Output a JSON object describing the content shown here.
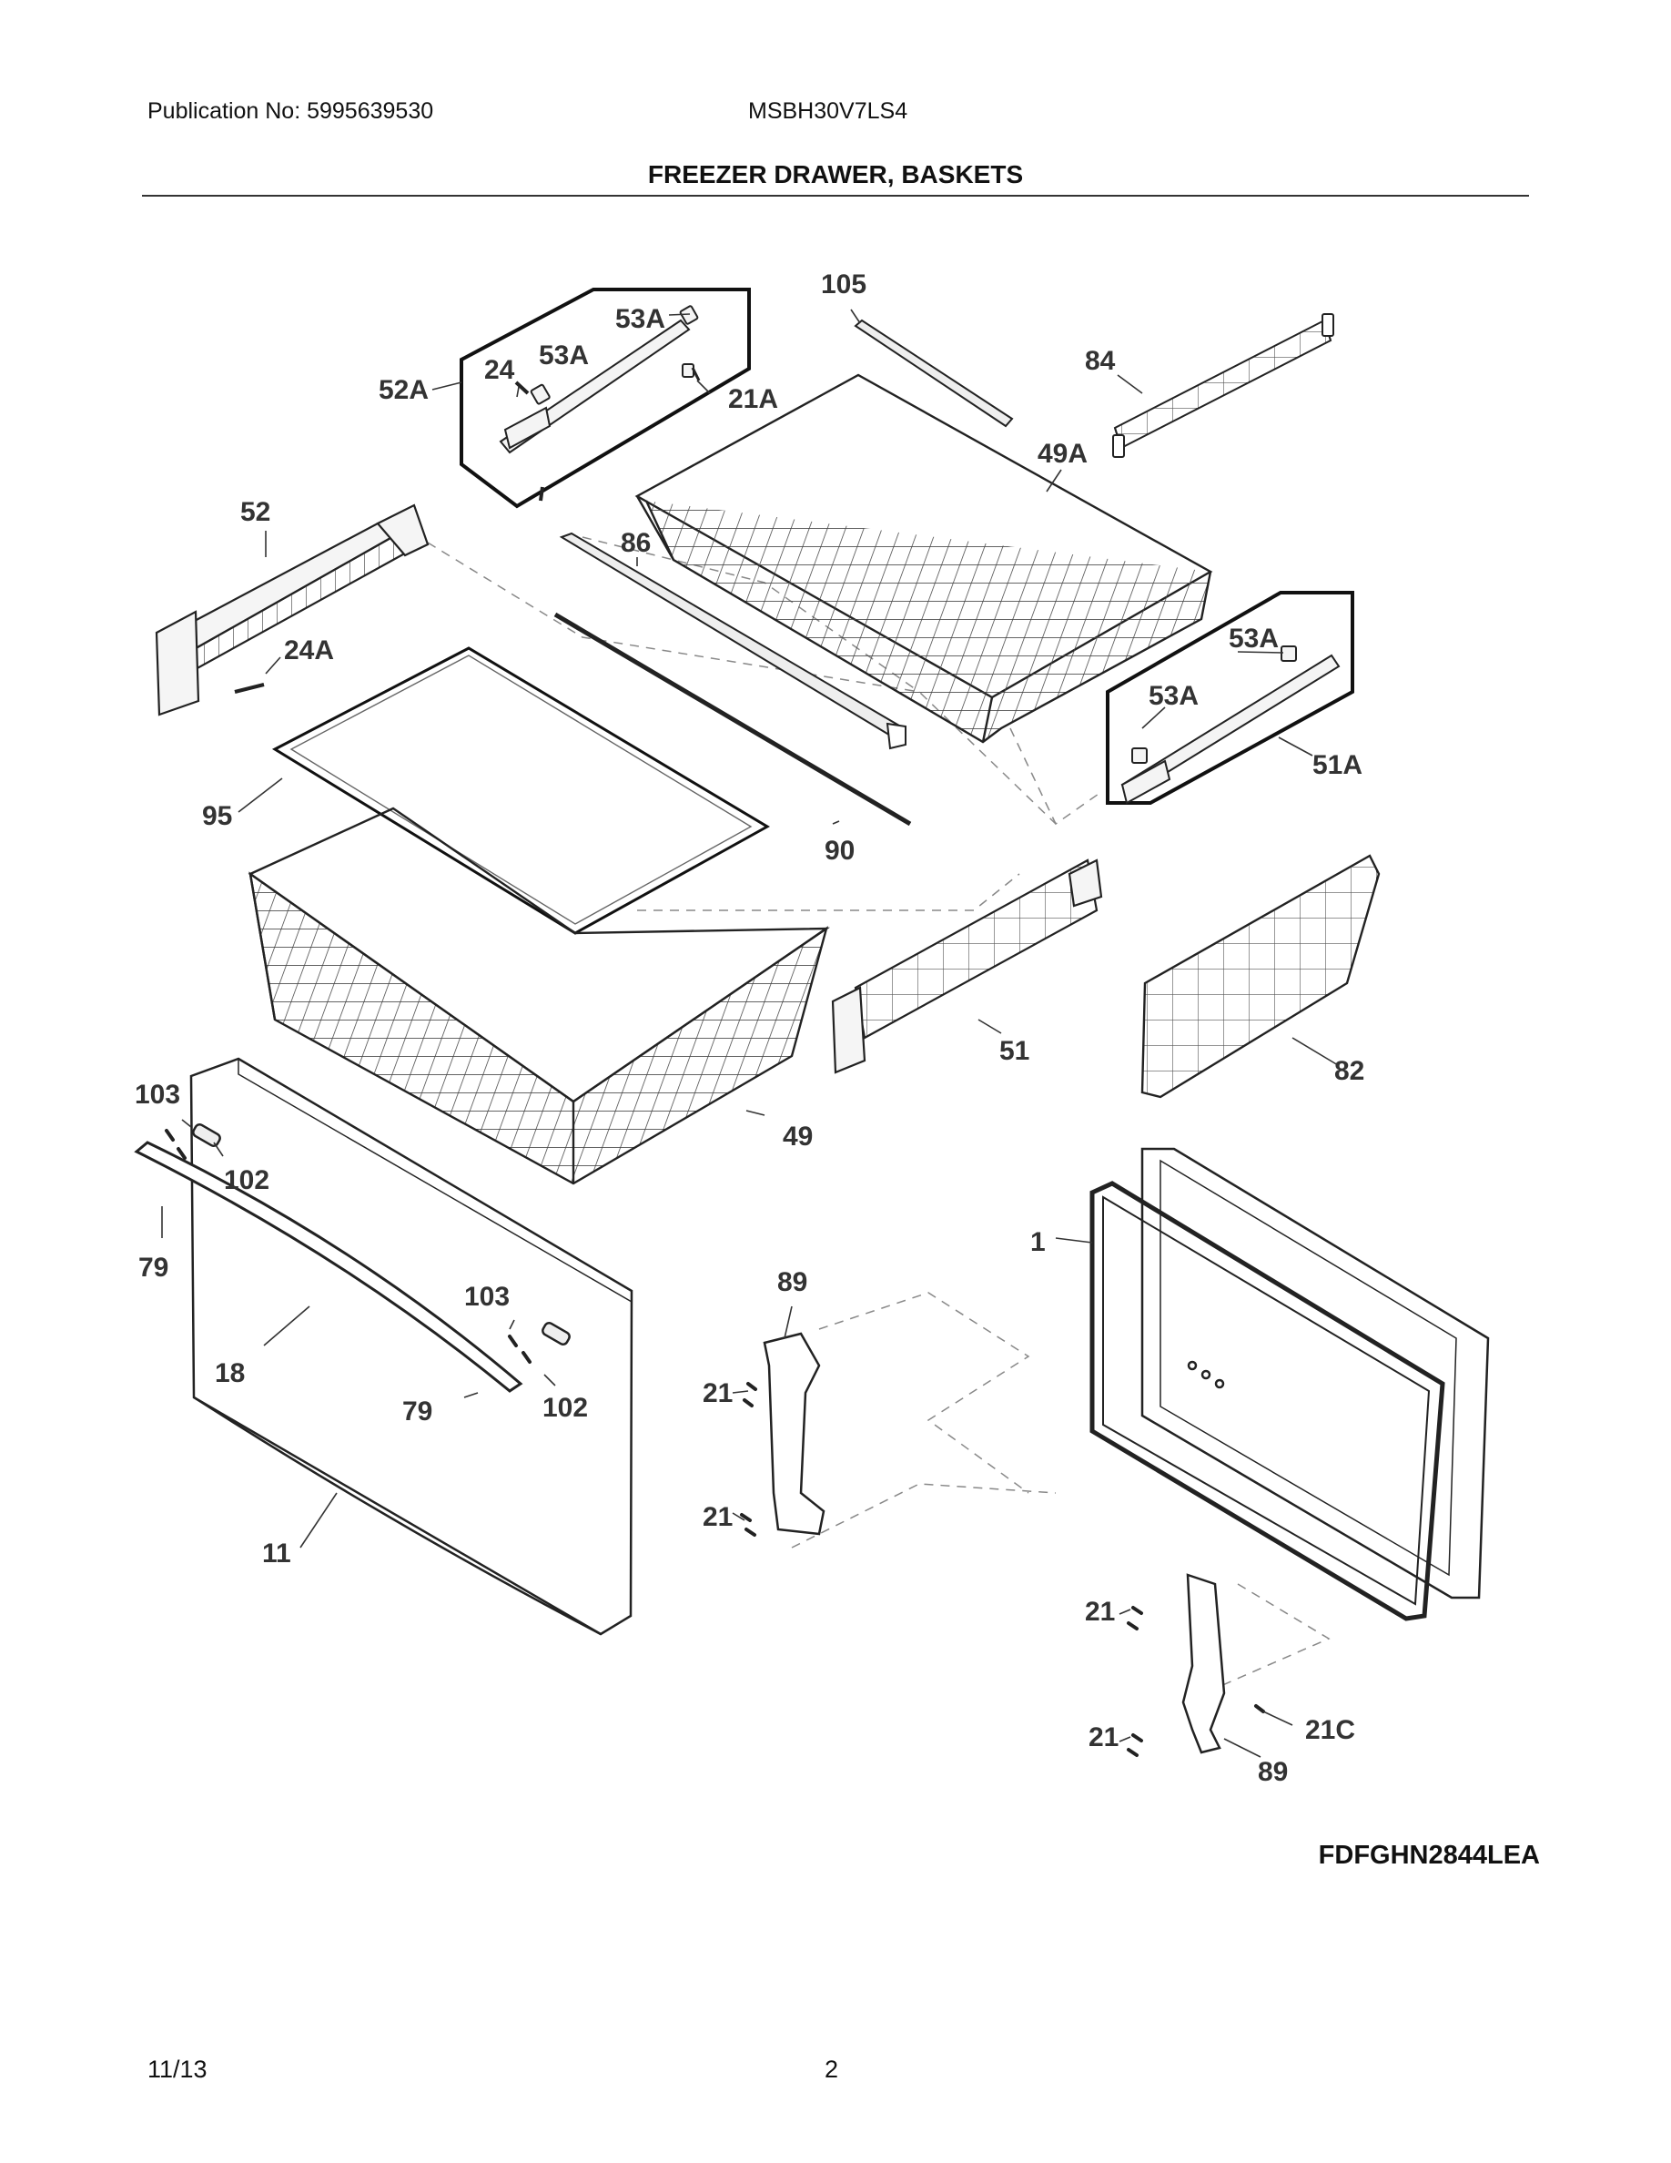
{
  "header": {
    "publication": "Publication No: 5995639530",
    "model": "MSBH30V7LS4",
    "title": "FREEZER DRAWER, BASKETS"
  },
  "callouts": {
    "c105": "105",
    "c53A_1": "53A",
    "c53A_2": "53A",
    "c24": "24",
    "c52A": "52A",
    "c21A": "21A",
    "c84": "84",
    "c49A": "49A",
    "c52": "52",
    "c86": "86",
    "c24A": "24A",
    "c53A_3": "53A",
    "c53A_4": "53A",
    "c51A": "51A",
    "c95": "95",
    "c90": "90",
    "c51": "51",
    "c82": "82",
    "c103_1": "103",
    "c49": "49",
    "c102_1": "102",
    "c79_1": "79",
    "c1": "1",
    "c89_1": "89",
    "c103_2": "103",
    "c18": "18",
    "c21_1": "21",
    "c79_2": "79",
    "c102_2": "102",
    "c21_2": "21",
    "c11": "11",
    "c21_3": "21",
    "c21_4": "21",
    "c21C": "21C",
    "c89_2": "89"
  },
  "footer": {
    "diagram_code": "FDFGHN2844LEA",
    "date": "11/13",
    "page": "2"
  }
}
